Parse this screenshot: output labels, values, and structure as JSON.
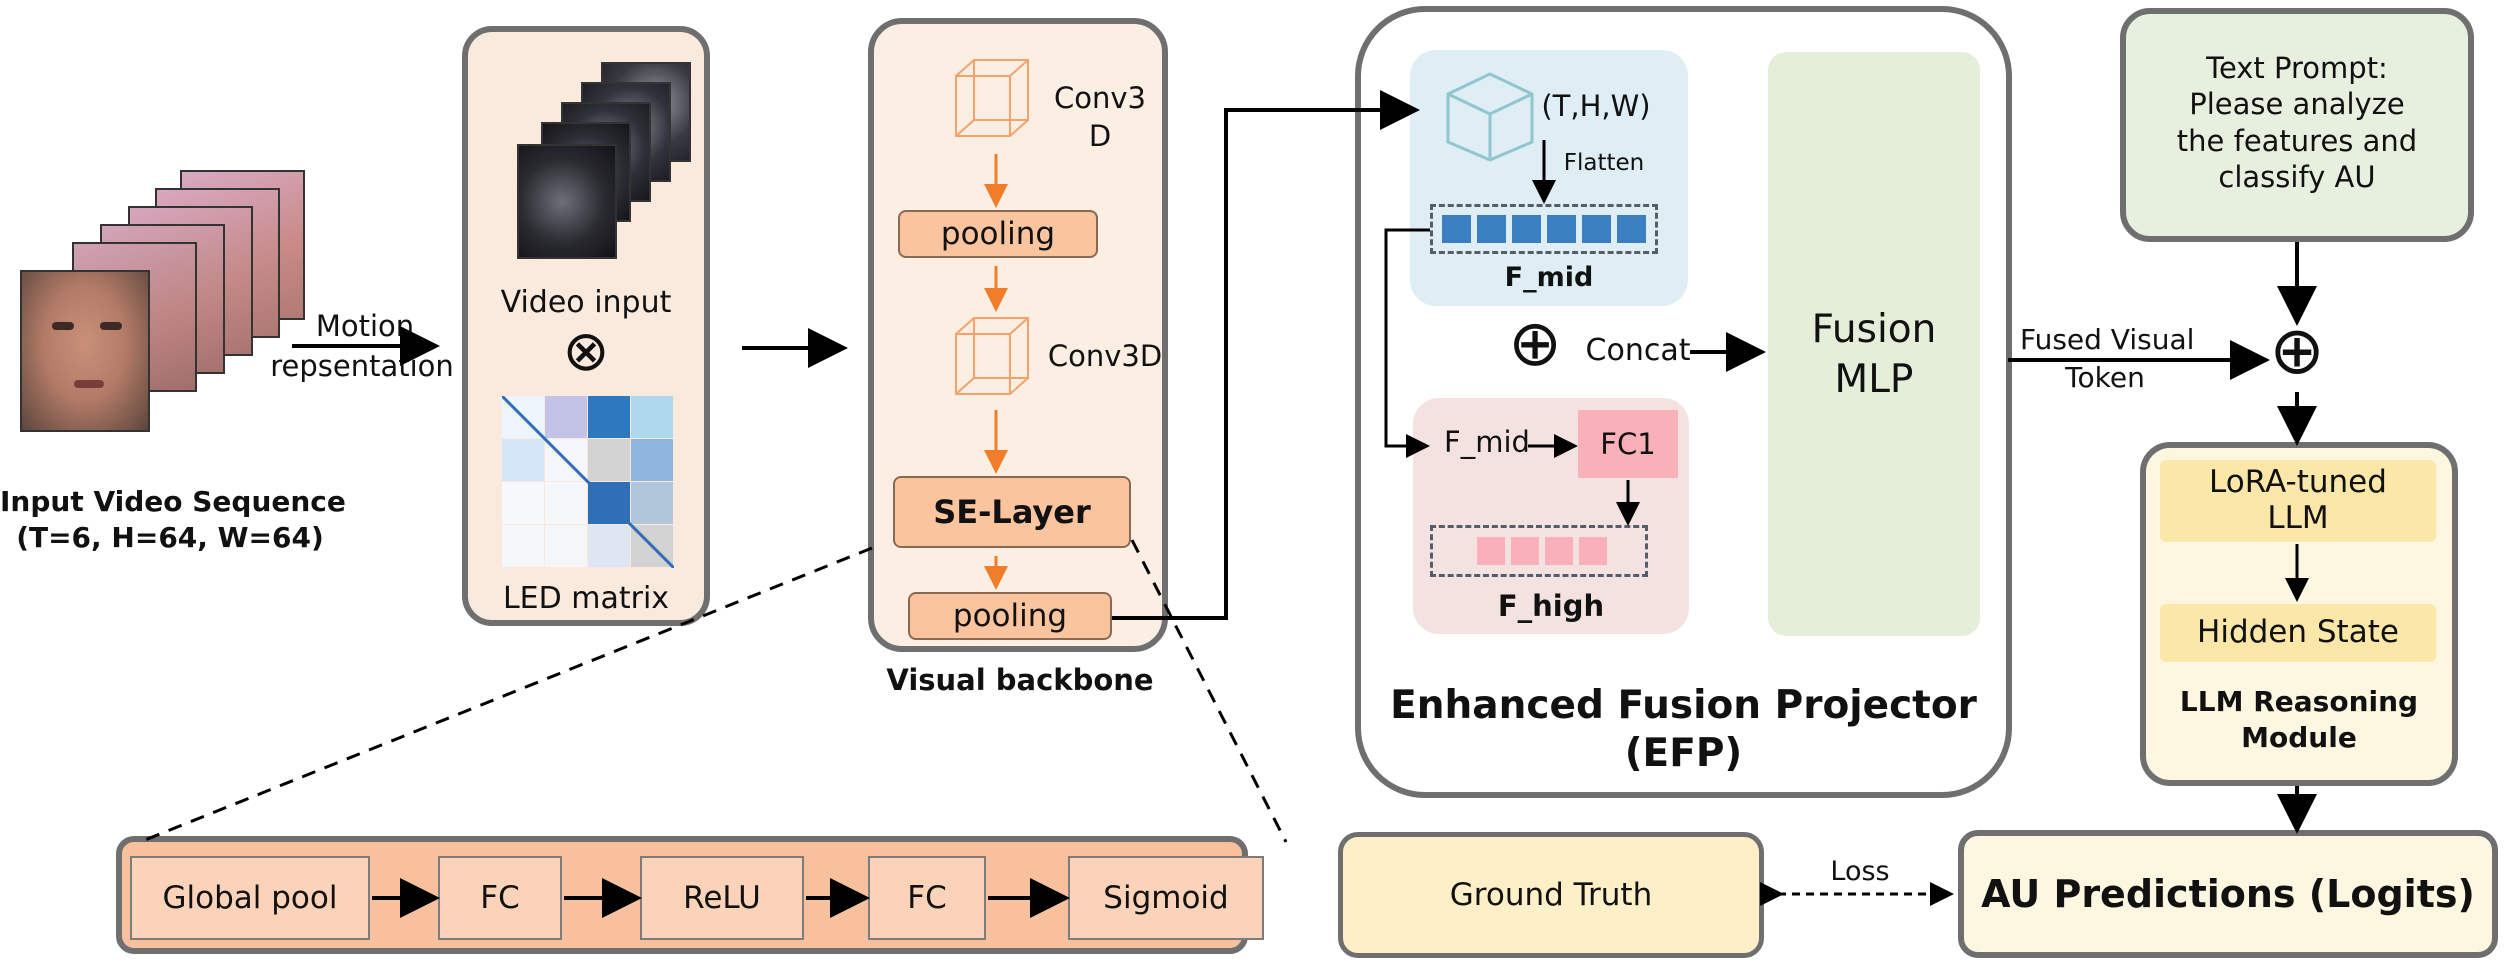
{
  "input": {
    "title": "Input Video Sequence",
    "dims": "(T=6, H=64, W=64)",
    "motion_label_1": "Motion",
    "motion_label_2": "repsentation"
  },
  "representation": {
    "video_label": "Video input",
    "otimes": "⊗",
    "led_label": "LED matrix",
    "led_colors": [
      "#eef4fb",
      "#c3c3e8",
      "#2e78c0",
      "#aed8ee",
      "#d4e6f7",
      "#f4f6fb",
      "#d3d3d3",
      "#8fb5df",
      "#f6f8fc",
      "#f5f7fb",
      "#2e6fb8",
      "#b2c6d9",
      "#f5f7fb",
      "#f4f6fa",
      "#dfe6f3",
      "#d2d2d2"
    ]
  },
  "backbone": {
    "conv1": "Conv3",
    "conv1b": "D",
    "pool1": "pooling",
    "conv2": "Conv3D",
    "se": "SE-Layer",
    "pool2": "pooling",
    "title": "Visual backbone"
  },
  "efp": {
    "thw": "(T,H,W)",
    "flatten": "Flatten",
    "fmid_title": "F_mid",
    "concat": "Concat",
    "fmid_small": "F_mid",
    "fc1": "FC1",
    "fhigh_title": "F_high",
    "fusion_1": "Fusion",
    "fusion_2": "MLP",
    "title_1": "Enhanced Fusion Projector",
    "title_2": "(EFP)"
  },
  "se_detail": {
    "steps": [
      "Global pool",
      "FC",
      "ReLU",
      "FC",
      "Sigmoid"
    ]
  },
  "llm": {
    "prompt": [
      "Text  Prompt:",
      "Please analyze",
      "the features and",
      "classify AU"
    ],
    "fused_1": "Fused Visual",
    "fused_2": "Token",
    "oplus": "⊕",
    "lora_1": "LoRA-tuned",
    "lora_2": "LLM",
    "hidden": "Hidden State",
    "module_1": "LLM Reasoning",
    "module_2": "Module"
  },
  "bottom": {
    "ground_truth": "Ground Truth",
    "loss": "Loss",
    "predictions": "AU Predictions (Logits)"
  },
  "colors": {
    "backbone_bg": "#fbeee2",
    "efp_mid_bg": "#dfedf5",
    "efp_high_bg": "#f4e2e0",
    "fusion_bg": "#e5eed9",
    "prompt_bg": "#e7efdf",
    "llm_bg": "#fdf6e1",
    "orange": "#f07d2a",
    "blue": "#3a7fc0",
    "pink": "#f9b0b8"
  }
}
